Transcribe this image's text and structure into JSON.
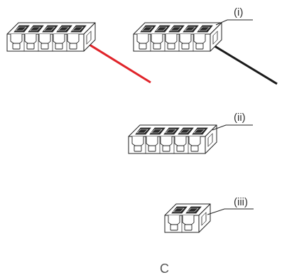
{
  "labels": {
    "i": "(i)",
    "ii": "(ii)",
    "iii": "(iii)"
  },
  "caption": "C",
  "colors": {
    "outline": "#222222",
    "red_wire": "#e0242a",
    "black_wire": "#1a1a1a",
    "key_fill": "#2a2a2a",
    "body_fill": "#ffffff"
  },
  "blocks": [
    {
      "id": "block-1",
      "ways": 5,
      "wire": "red"
    },
    {
      "id": "block-2",
      "ways": 5,
      "wire": "black",
      "label": "i"
    },
    {
      "id": "block-3",
      "ways": 5,
      "wire": "none",
      "label": "ii"
    },
    {
      "id": "block-4",
      "ways": 2,
      "wire": "none",
      "label": "iii"
    }
  ]
}
